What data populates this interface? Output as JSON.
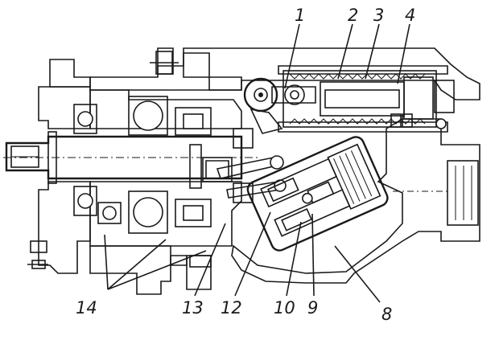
{
  "callouts": [
    {
      "id": "c1",
      "text": "1"
    },
    {
      "id": "c2",
      "text": "2"
    },
    {
      "id": "c3",
      "text": "3"
    },
    {
      "id": "c4",
      "text": "4"
    },
    {
      "id": "c8",
      "text": "8"
    },
    {
      "id": "c9",
      "text": "9"
    },
    {
      "id": "c10",
      "text": "10"
    },
    {
      "id": "c12",
      "text": "12"
    },
    {
      "id": "c13",
      "text": "13"
    },
    {
      "id": "c14",
      "text": "14"
    }
  ]
}
